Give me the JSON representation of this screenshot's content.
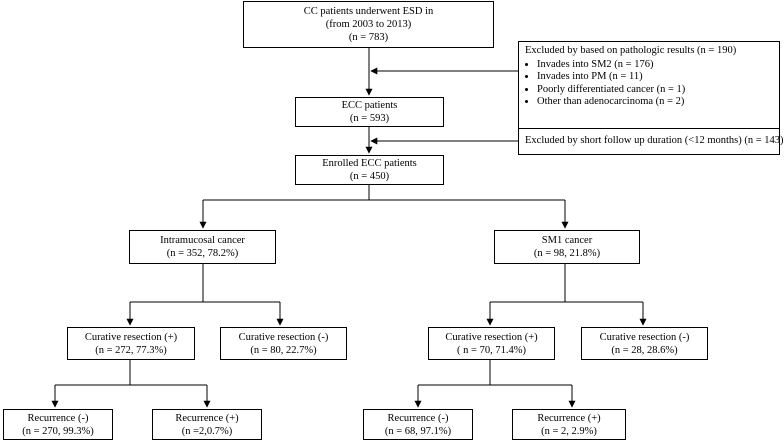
{
  "boxes": {
    "start": {
      "lines": [
        "CC patients underwent ESD in",
        "(from 2003 to 2013)",
        "(n = 783)"
      ]
    },
    "ecc": {
      "lines": [
        "ECC patients",
        "(n = 593)"
      ]
    },
    "enrolled": {
      "lines": [
        "Enrolled ECC patients",
        "(n = 450)"
      ]
    },
    "intramucosal": {
      "lines": [
        "Intramucosal cancer",
        "(n = 352, 78.2%)"
      ]
    },
    "sm1": {
      "lines": [
        "SM1 cancer",
        "(n = 98, 21.8%)"
      ]
    },
    "im_curative_pos": {
      "lines": [
        "Curative resection (+)",
        "(n = 272, 77.3%)"
      ]
    },
    "im_curative_neg": {
      "lines": [
        "Curative resection (-)",
        "(n = 80, 22.7%)"
      ]
    },
    "sm_curative_pos": {
      "lines": [
        "Curative resection (+)",
        "( n = 70, 71.4%)"
      ]
    },
    "sm_curative_neg": {
      "lines": [
        "Curative resection (-)",
        "(n = 28, 28.6%)"
      ]
    },
    "im_recur_neg": {
      "lines": [
        "Recurrence (-)",
        "(n = 270, 99.3%)"
      ]
    },
    "im_recur_pos": {
      "lines": [
        "Recurrence (+)",
        "(n =2,0.7%)"
      ]
    },
    "sm_recur_neg": {
      "lines": [
        "Recurrence (-)",
        "(n = 68, 97.1%)"
      ]
    },
    "sm_recur_pos": {
      "lines": [
        "Recurrence (+)",
        "(n = 2, 2.9%)"
      ]
    }
  },
  "exclusions": {
    "pathologic": {
      "title": "Excluded by based on pathologic results (n = 190)",
      "items": [
        "Invades into SM2 (n = 176)",
        "Invades into PM (n = 11)",
        "Poorly differentiated cancer (n = 1)",
        "Other than adenocarcinoma (n = 2)"
      ]
    },
    "followup": {
      "title": "Excluded by short follow up duration (<12 months) (n = 143)"
    }
  }
}
